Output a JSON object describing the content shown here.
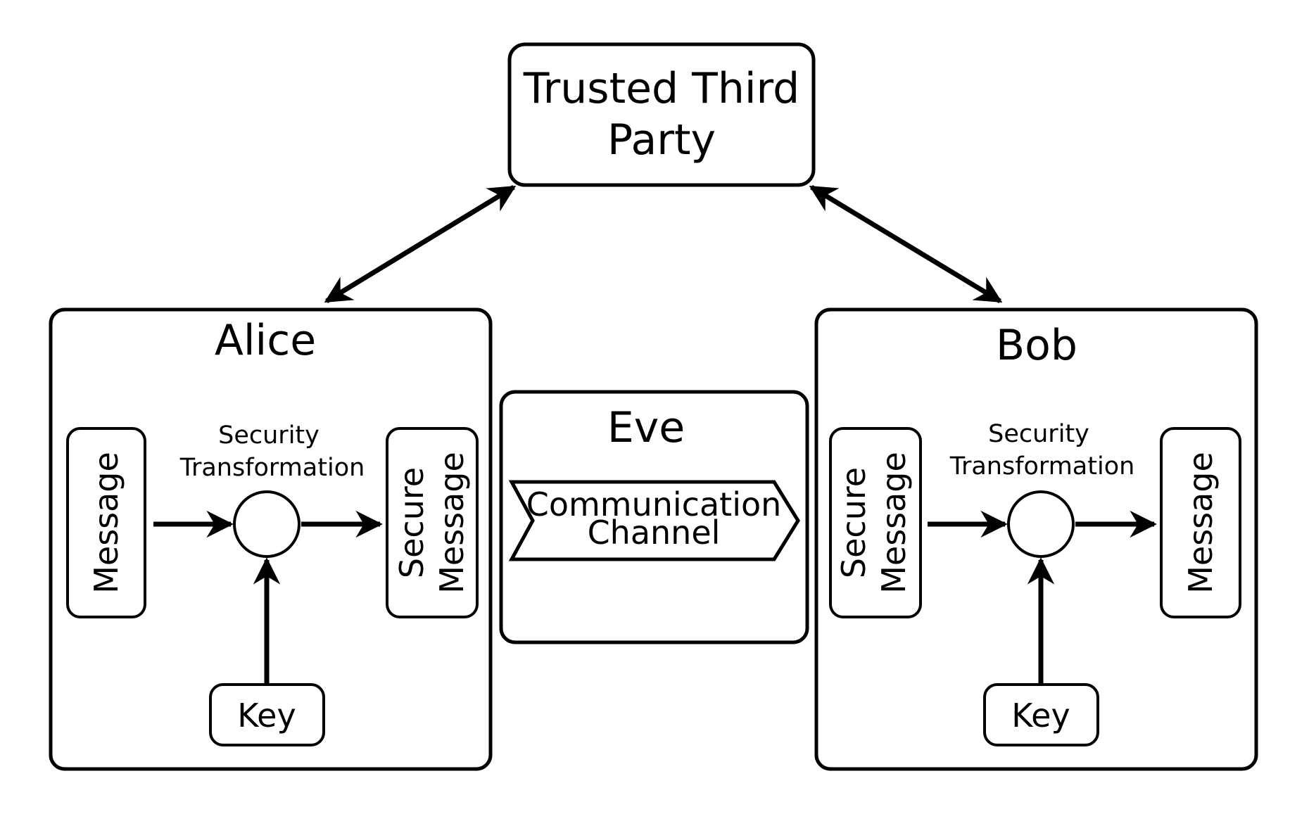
{
  "nodes": {
    "ttp_line1": "Trusted Third",
    "ttp_line2": "Party",
    "alice": "Alice",
    "bob": "Bob",
    "eve": "Eve",
    "channel_line1": "Communication",
    "channel_line2": "Channel"
  },
  "alice_side": {
    "message": "Message",
    "secure_line1": "Secure",
    "secure_line2": "Message",
    "transform_line1": "Security",
    "transform_line2": "Transformation",
    "key": "Key"
  },
  "bob_side": {
    "secure_line1": "Secure",
    "secure_line2": "Message",
    "message": "Message",
    "transform_line1": "Security",
    "transform_line2": "Transformation",
    "key": "Key"
  },
  "colors": {
    "stroke": "#000000",
    "background": "#ffffff"
  }
}
